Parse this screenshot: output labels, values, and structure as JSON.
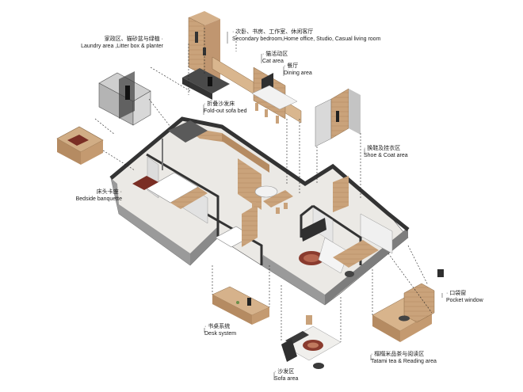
{
  "labels": {
    "laundry": {
      "zh": "家政区、猫砂盆与绿植 ·",
      "en": "Laundry area ,Litter box & planter"
    },
    "secondary": {
      "zh": "· 次卧、书房、工作室、休闲客厅",
      "en": "Secondary bedroom,Home office, Studio, Casual living room"
    },
    "cat": {
      "zh": "· 猫活动区",
      "en": "Cat area"
    },
    "dining": {
      "zh": "· 餐厅",
      "en": "Dining area"
    },
    "foldout": {
      "zh": "· 折叠沙发床",
      "en": "Fold-out sofa bed"
    },
    "shoe": {
      "zh": "· 换鞋及挂衣区",
      "en": "Shoe & Coat area"
    },
    "bedside": {
      "zh": "床头卡座 ·",
      "en": "Bedside banquette"
    },
    "pocket": {
      "zh": "· 口袋窗",
      "en": "Pocket window"
    },
    "desk": {
      "zh": "· 书桌系统",
      "en": "Desk system"
    },
    "tatami": {
      "zh": "· 榻榻米品茶与阅读区",
      "en": "Tatami tea & Reading area"
    },
    "sofa": {
      "zh": "· 沙发区",
      "en": "Sofa area"
    }
  },
  "colors": {
    "wall_dark": "#3a3a3a",
    "wall_side": "#8c8c8c",
    "wall_light": "#d9d9d9",
    "floor": "#e8e6e2",
    "wood": "#c9a27a",
    "wood_dark": "#a07850",
    "rug": "#8a3b2e",
    "guide": "#222222"
  }
}
